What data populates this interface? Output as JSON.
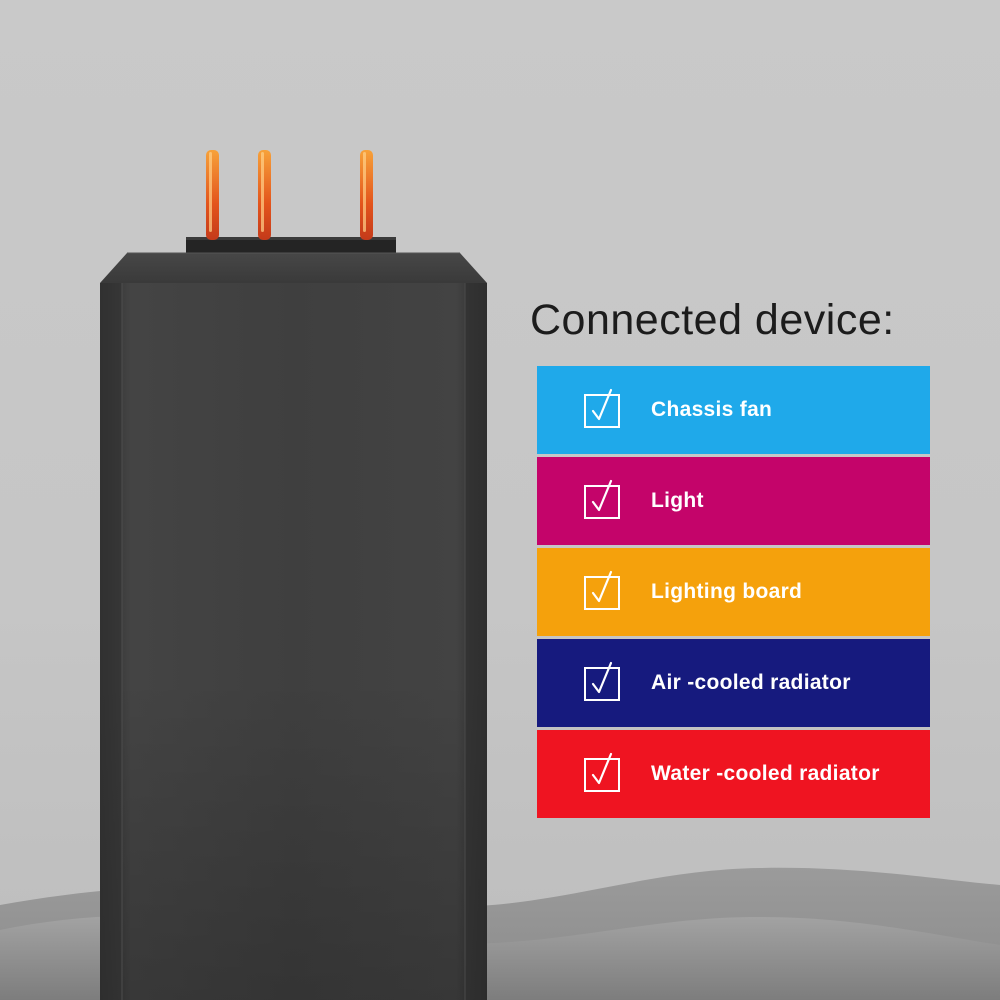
{
  "headline": "Connected device:",
  "devices": [
    {
      "label": "Chassis fan",
      "color": "#1fa9ea",
      "checked": true
    },
    {
      "label": "Light",
      "color": "#c4046a",
      "checked": true
    },
    {
      "label": "Lighting board",
      "color": "#f5a10c",
      "checked": true
    },
    {
      "label": "Air -cooled radiator",
      "color": "#161a7e",
      "checked": true
    },
    {
      "label": "Water -cooled radiator",
      "color": "#ef1421",
      "checked": true
    }
  ],
  "icons": {
    "check": "checkbox-checked-icon"
  },
  "colors": {
    "background": "#c8c8c8",
    "device_body": "#3d3d3d",
    "pins": "#e8541a"
  }
}
